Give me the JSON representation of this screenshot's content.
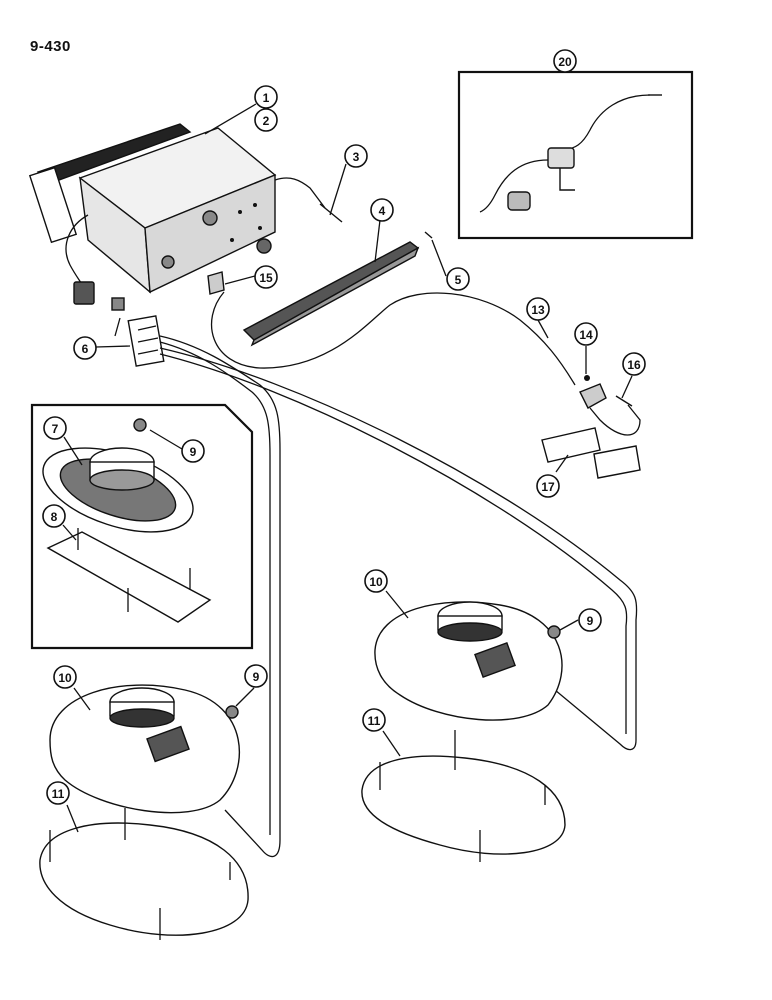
{
  "page": {
    "code": "9-430"
  },
  "callouts": {
    "c1": "1",
    "c2": "2",
    "c3": "3",
    "c4": "4",
    "c5": "5",
    "c6": "6",
    "c7": "7",
    "c8": "8",
    "c9a": "9",
    "c9b": "9",
    "c9c": "9",
    "c10a": "10",
    "c10b": "10",
    "c11a": "11",
    "c11b": "11",
    "c13": "13",
    "c14": "14",
    "c15": "15",
    "c16": "16",
    "c17": "17",
    "c20": "20"
  },
  "colors": {
    "ink": "#111111",
    "paper": "#ffffff",
    "shade": "#555555"
  }
}
